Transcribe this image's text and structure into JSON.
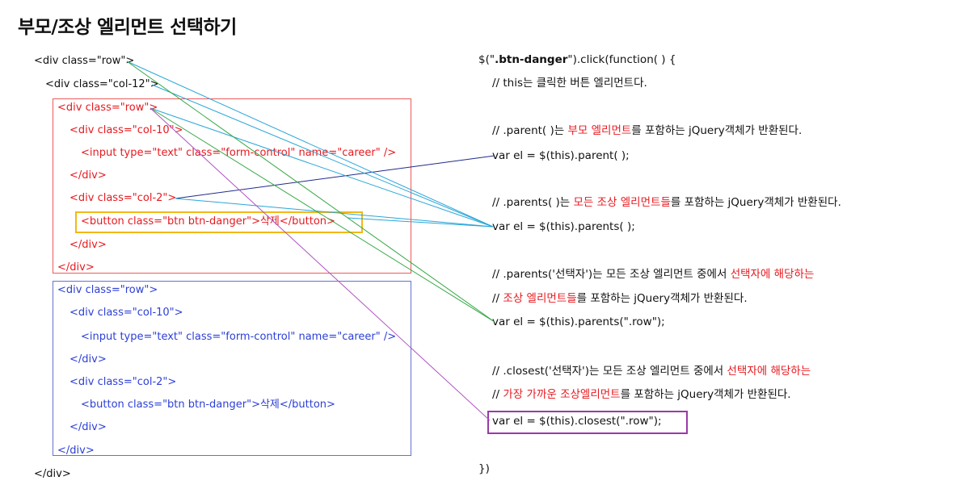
{
  "title": "부모/조상 엘리먼트 선택하기",
  "html_code": {
    "lines": [
      "<div class=\"row\">",
      "<div class=\"col-12\">",
      "<div class=\"row\">",
      "<div class=\"col-10\">",
      "<input type=\"text\" class=\"form-control\" name=\"career\" />",
      "</div>",
      "<div class=\"col-2\">",
      "<button class=\"btn btn-danger\">삭제</button>",
      "</div>",
      "</div>",
      "<div class=\"row\">",
      "<div class=\"col-10\">",
      "<input type=\"text\" class=\"form-control\" name=\"career\" />",
      "</div>",
      "<div class=\"col-2\">",
      "<button class=\"btn btn-danger\">삭제</button>",
      "</div>",
      "</div>",
      "</div>"
    ]
  },
  "js_code": {
    "l1_a": "$(\"",
    "l1_b": ".btn-danger",
    "l1_c": "\").click(function( ) {",
    "l2": "// this는 클릭한 버튼 엘리먼트다.",
    "l3_a": "// .parent( )는 ",
    "l3_b": "부모 엘리먼트",
    "l3_c": "를 포함하는 jQuery객체가 반환된다.",
    "l4": "var el = $(this).parent( );",
    "l5_a": "// .parents( )는 ",
    "l5_b": "모든 조상 엘리먼트들",
    "l5_c": "를 포함하는 jQuery객체가 반환된다.",
    "l6": "var el = $(this).parents( );",
    "l7_a": "// .parents('선택자')는 모든 조상 엘리먼트 중에서 ",
    "l7_b": "선택자에 해당하는",
    "l8_a": "//  ",
    "l8_b": "조상 엘리먼트들",
    "l8_c": "를 포함하는 jQuery객체가 반환된다.",
    "l9": "var el = $(this).parents(\".row\");",
    "l10_a": "// .closest('선택자')는 모든 조상 엘리먼트 중에서 ",
    "l10_b": "선택자에 해당하는",
    "l11_a": "// ",
    "l11_b": "가장 가까운 조상엘리먼트",
    "l11_c": "를 포함하는 jQuery객체가 반환된다.",
    "l12": "var el = $(this).closest(\".row\");",
    "l13": "})"
  },
  "colors": {
    "highlight_red": "#e8191f",
    "code_blue": "#2c3fd6",
    "arrow_cyan": "#2aa6d8",
    "arrow_green": "#35a845",
    "arrow_navy": "#1f2a8c",
    "arrow_purple": "#b054c4",
    "box_yellow": "#f2b718",
    "box_purple": "#9a3aa8"
  }
}
